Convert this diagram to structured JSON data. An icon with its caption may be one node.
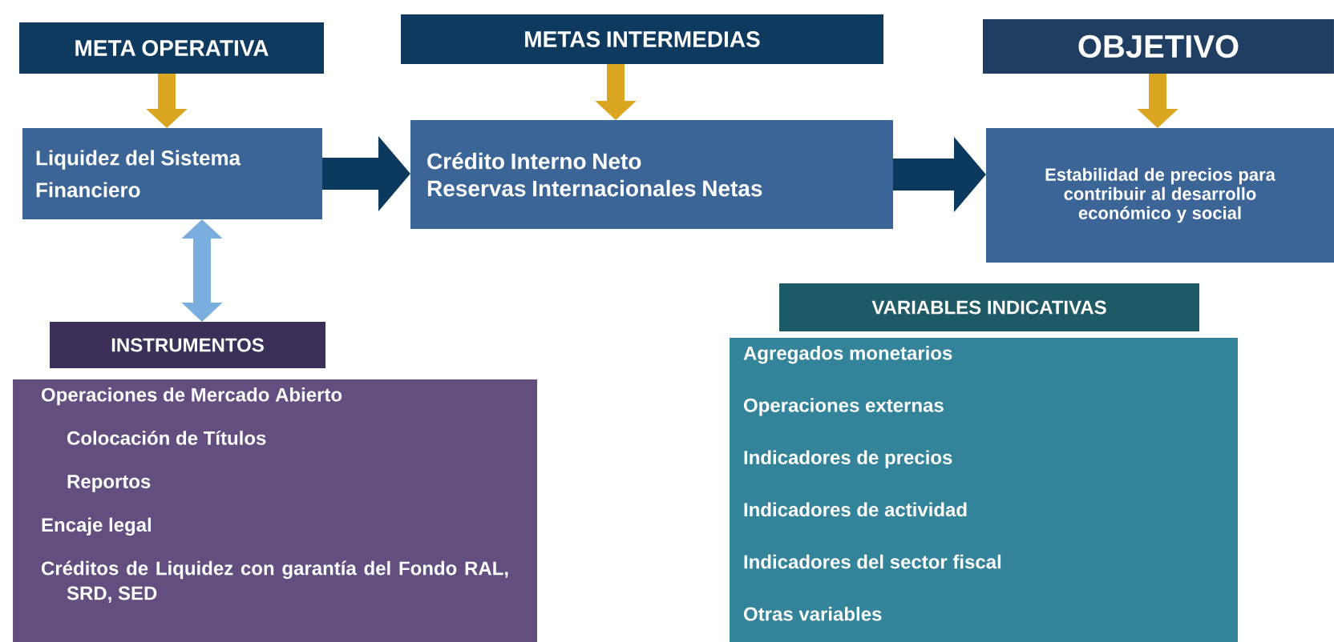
{
  "diagram": {
    "nodes": [
      {
        "text": [
          "META OPERATIVA"
        ]
      },
      {
        "text": [
          "Liquidez del Sistema Financiero"
        ]
      },
      {
        "text": [
          "METAS INTERMEDIAS"
        ]
      },
      {
        "text": [
          "Crédito Interno Neto",
          "Reservas Internacionales Netas"
        ]
      },
      {
        "text": [
          "OBJETIVO"
        ]
      },
      {
        "text": [
          "Estabilidad de precios para contribuir al desarrollo económico y social"
        ]
      },
      {
        "text": [
          "INSTRUMENTOS"
        ]
      },
      {
        "text": [
          "Operaciones de Mercado Abierto",
          "Colocación de Títulos",
          "Reportos",
          "Encaje legal",
          "Créditos de Liquidez con garantía del Fondo RAL, SRD, SED"
        ]
      },
      {
        "text": [
          "VARIABLES INDICATIVAS"
        ]
      },
      {
        "text": [
          "Agregados monetarios",
          "Operaciones externas",
          "Indicadores de precios",
          "Indicadores de actividad",
          "Indicadores del sector fiscal",
          "Otras variables"
        ]
      }
    ],
    "edges": [
      {
        "from": 0,
        "to": 1,
        "arrow": "to"
      },
      {
        "from": 2,
        "to": 3,
        "arrow": "to"
      },
      {
        "from": 4,
        "to": 5,
        "arrow": "to"
      },
      {
        "from": 1,
        "to": 3,
        "arrow": "to",
        "style": "thick",
        "color": "#0c3a5e"
      },
      {
        "from": 3,
        "to": 5,
        "arrow": "to",
        "style": "thick",
        "color": "#0c3a5e"
      },
      {
        "from": 1,
        "to": 6,
        "arrow": "both",
        "color": "#7aaede"
      }
    ]
  }
}
